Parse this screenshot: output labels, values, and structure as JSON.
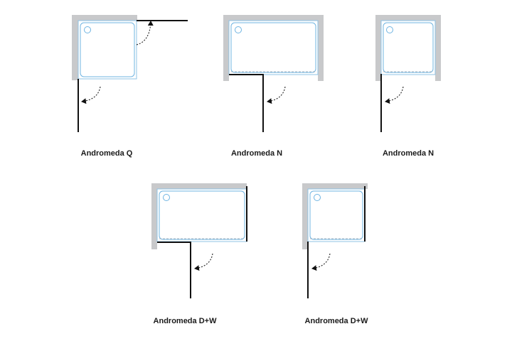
{
  "diagrams": [
    {
      "id": "andromeda-q",
      "label": "Andromeda Q"
    },
    {
      "id": "andromeda-n-wide",
      "label": "Andromeda N"
    },
    {
      "id": "andromeda-n-square",
      "label": "Andromeda N"
    },
    {
      "id": "andromeda-dw-wide",
      "label": "Andromeda D+W"
    },
    {
      "id": "andromeda-dw-square",
      "label": "Andromeda D+W"
    }
  ],
  "colors": {
    "wall": "#c8c9cb",
    "tray_outline": "#8fc3e6",
    "glass": "#111111"
  }
}
